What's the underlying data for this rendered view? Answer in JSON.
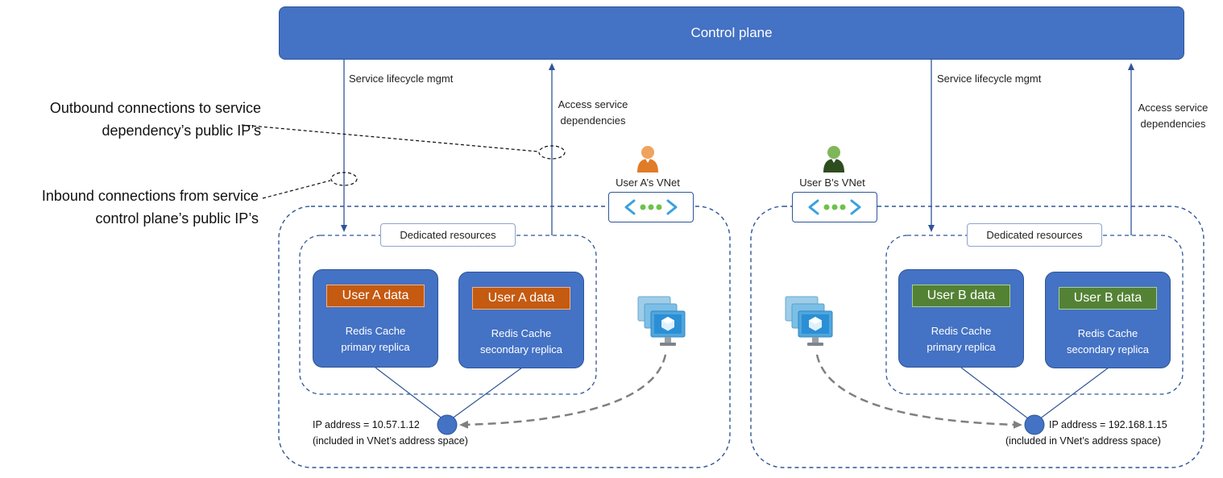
{
  "control_plane": {
    "label": "Control plane"
  },
  "arrows": {
    "left_down": "Service lifecycle mgmt",
    "left_up": [
      "Access service",
      "dependencies"
    ],
    "right_down": "Service lifecycle mgmt",
    "right_up": [
      "Access service",
      "dependencies"
    ]
  },
  "notes": {
    "outbound": [
      "Outbound connections to service",
      "dependency’s public IP’s"
    ],
    "inbound": [
      "Inbound connections from service",
      "control plane’s public IP’s"
    ]
  },
  "vnet_a": {
    "title": "User A’s VNet",
    "dedicated": "Dedicated resources",
    "primary": {
      "data": "User A data",
      "name": [
        "Redis Cache",
        "primary replica"
      ]
    },
    "secondary": {
      "data": "User A data",
      "name": [
        "Redis Cache",
        "secondary replica"
      ]
    },
    "ip": [
      "IP address = 10.57.1.12",
      "(included in VNet’s address space)"
    ]
  },
  "vnet_b": {
    "title": "User B’s VNet",
    "dedicated": "Dedicated resources",
    "primary": {
      "data": "User B data",
      "name": [
        "Redis Cache",
        "primary replica"
      ]
    },
    "secondary": {
      "data": "User B data",
      "name": [
        "Redis Cache",
        "secondary replica"
      ]
    },
    "ip": [
      "IP address = 192.168.1.15",
      "(included in VNet’s address space)"
    ]
  },
  "colors": {
    "accent_blue": "#4472c4",
    "user_a_data": "#c55a11",
    "user_b_data": "#548235",
    "vnet_border": "#2f5597"
  },
  "icons": {
    "user_a": "user-orange-icon",
    "user_b": "user-green-icon",
    "vnet": "vnet-connector-icon",
    "vm": "virtual-machines-icon"
  }
}
